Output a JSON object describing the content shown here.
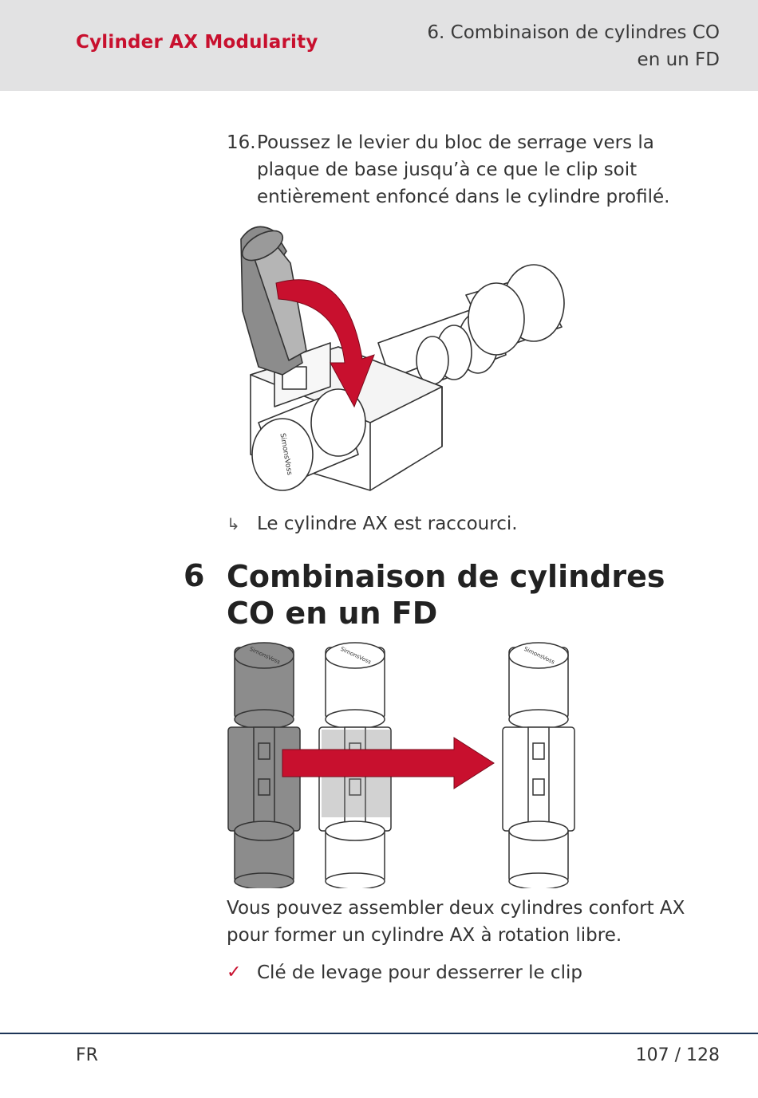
{
  "header": {
    "brand": "Cylinder AX Modularity",
    "section_line1": "6. Combinaison de cylindres CO",
    "section_line2": "en un FD"
  },
  "step": {
    "number": "16.",
    "text": "Poussez le levier du bloc de serrage vers la plaque de base jusqu’à ce que le clip soit entièrement en­foncé dans le cylindre profilé."
  },
  "figure1": {
    "logo_text": "SimonsVoss",
    "arrow_color": "#c8102e"
  },
  "result": {
    "icon": "result-arrow-icon",
    "text": "Le cylindre AX est raccourci."
  },
  "heading": {
    "number": "6",
    "text": "Combinaison de cylindres CO en un FD"
  },
  "figure2": {
    "logo_text": "SimonsVoss",
    "arrow_color": "#c8102e"
  },
  "paragraph": "Vous pouvez assembler deux cylindres confort AX pour former un cylindre AX à rotation libre.",
  "requirement": {
    "icon": "checkmark-icon",
    "text": "Clé de levage pour desserrer le clip"
  },
  "footer": {
    "language": "FR",
    "page": "107 / 128"
  },
  "colors": {
    "brand_red": "#c8102e",
    "header_bg": "#e2e2e3",
    "footer_rule": "#1d3557"
  }
}
